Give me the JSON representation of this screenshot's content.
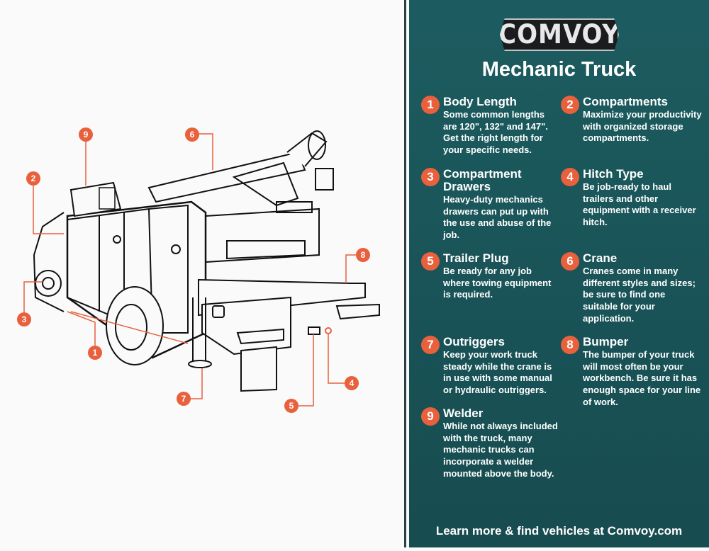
{
  "brand": "COMVOY",
  "title": "Mechanic Truck",
  "items": [
    {
      "n": "1",
      "heading": "Body Length",
      "text": "Some common lengths are 120\", 132\" and 147\". Get the right length for your specific needs."
    },
    {
      "n": "2",
      "heading": "Compartments",
      "text": "Maximize your productivity with organized storage compartments."
    },
    {
      "n": "3",
      "heading": "Compartment Drawers",
      "text": "Heavy-duty mechanics drawers can put up with the use and abuse of the job."
    },
    {
      "n": "4",
      "heading": "Hitch Type",
      "text": "Be job-ready to haul trailers and other equipment with a receiver hitch."
    },
    {
      "n": "5",
      "heading": "Trailer Plug",
      "text": "Be ready for any job where towing equipment is required."
    },
    {
      "n": "6",
      "heading": "Crane",
      "text": "Cranes come in many different styles and sizes; be sure to find one suitable for your application."
    },
    {
      "n": "7",
      "heading": "Outriggers",
      "text": "Keep your work truck steady while the crane is in use with some manual or hydraulic outriggers."
    },
    {
      "n": "8",
      "heading": "Bumper",
      "text": "The bumper of your truck will most often be your workbench. Be sure it has enough space for your line of work."
    },
    {
      "n": "9",
      "heading": "Welder",
      "text": "While not always included with the truck, many mechanic trucks can incorporate a welder mounted above the body."
    }
  ],
  "footer": "Learn more & find vehicles at Comvoy.com",
  "colors": {
    "accent": "#e8603c",
    "panel": "#1c5c60"
  }
}
